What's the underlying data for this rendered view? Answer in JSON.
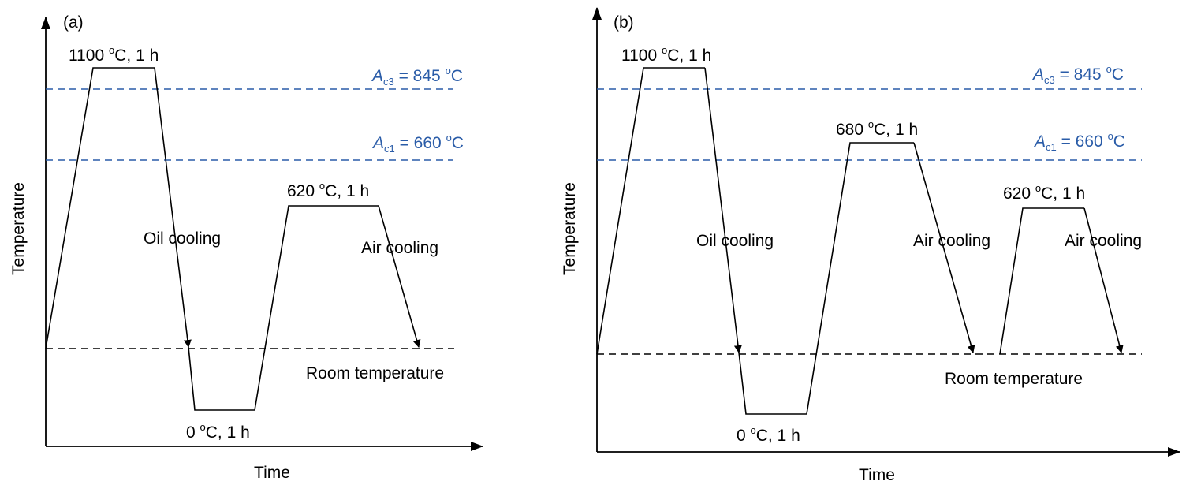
{
  "colors": {
    "critical": "#2a5ca8",
    "process": "#000000",
    "room": "#000000"
  },
  "panels": [
    {
      "id": "a",
      "panel_label": "(a)",
      "y_axis_label": "Temperature",
      "x_axis_label": "Time",
      "critical_lines": {
        "ac3": {
          "symbol": "A",
          "sub": "c3",
          "value_text": " = 845 ",
          "deg": "o",
          "unit": "C"
        },
        "ac1": {
          "symbol": "A",
          "sub": "c1",
          "value_text": " = 660 ",
          "deg": "o",
          "unit": "C"
        }
      },
      "room_label": "Room temperature",
      "steps": [
        {
          "pre": "1100 ",
          "deg": "o",
          "post": "C, 1 h"
        },
        {
          "pre": "0 ",
          "deg": "o",
          "post": "C, 1 h"
        },
        {
          "pre": "620 ",
          "deg": "o",
          "post": "C, 1 h"
        }
      ],
      "cooling": {
        "oil": "Oil cooling",
        "air1": "Air cooling"
      }
    },
    {
      "id": "b",
      "panel_label": "(b)",
      "y_axis_label": "Temperature",
      "x_axis_label": "Time",
      "critical_lines": {
        "ac3": {
          "symbol": "A",
          "sub": "c3",
          "value_text": " = 845 ",
          "deg": "o",
          "unit": "C"
        },
        "ac1": {
          "symbol": "A",
          "sub": "c1",
          "value_text": " = 660 ",
          "deg": "o",
          "unit": "C"
        }
      },
      "room_label": "Room temperature",
      "steps": [
        {
          "pre": "1100 ",
          "deg": "o",
          "post": "C, 1 h"
        },
        {
          "pre": "0 ",
          "deg": "o",
          "post": "C, 1 h"
        },
        {
          "pre": "680 ",
          "deg": "o",
          "post": "C, 1 h"
        },
        {
          "pre": "620 ",
          "deg": "o",
          "post": "C, 1 h"
        }
      ],
      "cooling": {
        "oil": "Oil cooling",
        "air1": "Air cooling",
        "air2": "Air cooling"
      }
    }
  ]
}
